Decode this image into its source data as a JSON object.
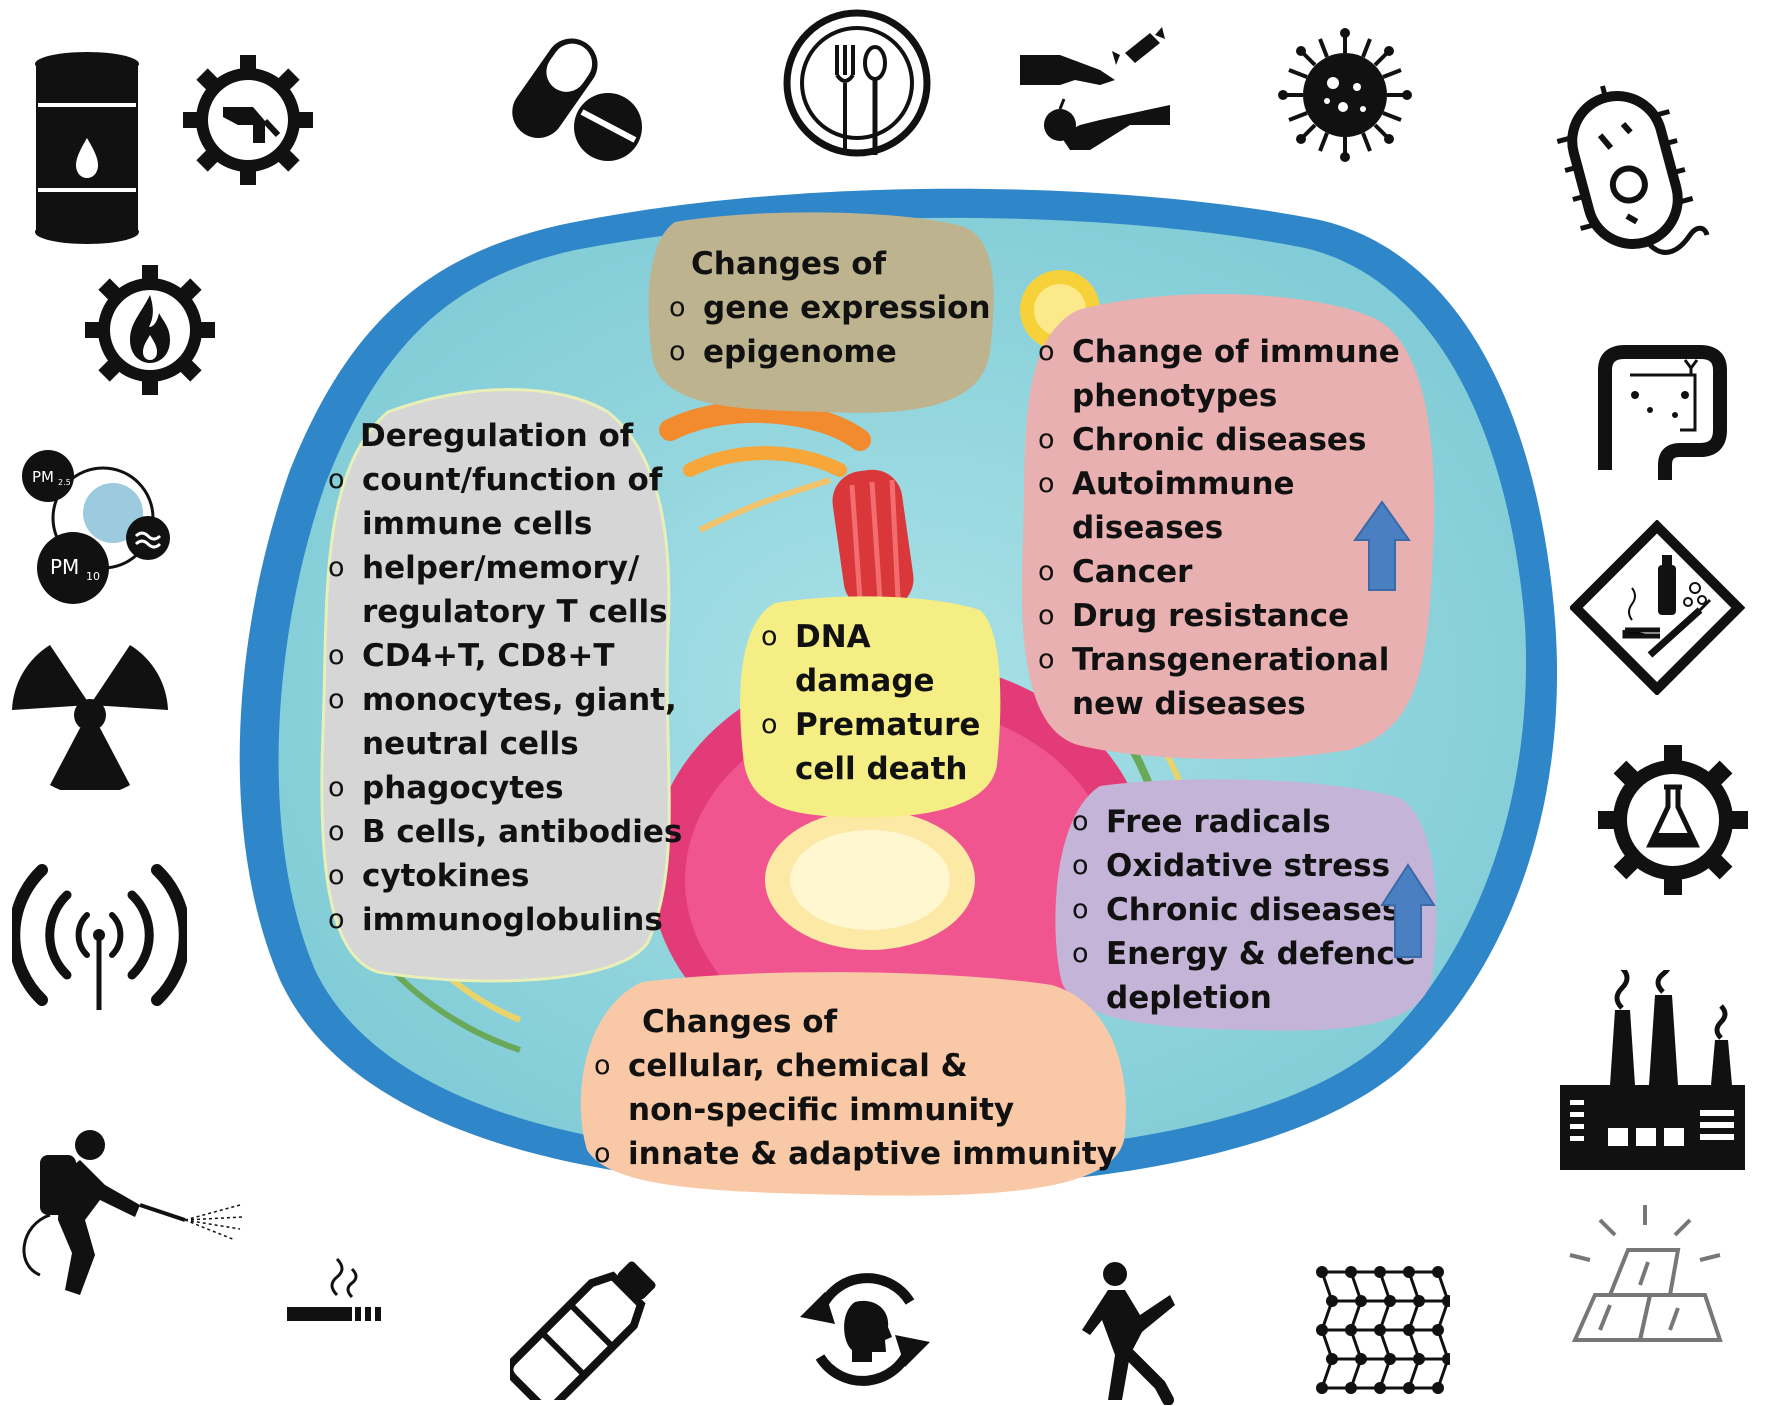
{
  "colors": {
    "membrane": "#2f86c9",
    "cytoplasm": "#8fd4dc",
    "gene_box": "#bdb48f",
    "dereg_box": "#d6d6d6",
    "immune_box": "#e8b0b0",
    "dna_box": "#f5ee84",
    "radicals_box": "#c4b4d8",
    "immunity_box": "#f9c9a7",
    "arrow": "#4a7fc1",
    "icon": "#111111"
  },
  "icons": {
    "left": [
      "oil-barrel-icon",
      "fuel-gear-icon",
      "fire-gear-icon",
      "particulate-matter-icon",
      "radiation-icon",
      "wireless-antenna-icon",
      "pesticide-sprayer-icon"
    ],
    "top": [
      "pill-capsule-icon",
      "dining-plate-icon",
      "food-hands-icon",
      "virus-icon"
    ],
    "right": [
      "bacteria-icon",
      "intestine-icon",
      "drugs-warning-icon",
      "chemistry-gear-icon",
      "factory-icon",
      "gold-bars-icon"
    ],
    "bottom": [
      "cigarette-icon",
      "plastic-bottle-icon",
      "mental-cycle-icon",
      "exercise-icon",
      "nanoparticle-network-icon"
    ],
    "pm_labels": {
      "pm25": "PM",
      "pm25_sub": "2.5",
      "pm10": "PM",
      "pm10_sub": "10"
    }
  },
  "gene_box": {
    "heading": "Changes of",
    "items": [
      "gene expression",
      "epigenome"
    ]
  },
  "dereg_box": {
    "heading": "Deregulation of",
    "items": [
      [
        "count/function of",
        "immune cells"
      ],
      [
        "helper/memory/",
        "regulatory T cells"
      ],
      [
        "CD4+T, CD8+T"
      ],
      [
        "monocytes, giant,",
        "neutral cells"
      ],
      [
        "phagocytes"
      ],
      [
        "B cells, antibodies"
      ],
      [
        "cytokines"
      ],
      [
        "immunoglobulins"
      ]
    ]
  },
  "immune_box": {
    "items": [
      [
        "Change of immune",
        "phenotypes"
      ],
      [
        "Chronic diseases"
      ],
      [
        "Autoimmune",
        "diseases"
      ],
      [
        "Cancer"
      ],
      [
        "Drug resistance"
      ],
      [
        "Transgenerational",
        "new diseases"
      ]
    ]
  },
  "dna_box": {
    "items": [
      [
        "DNA",
        "damage"
      ],
      [
        "Premature",
        "cell death"
      ]
    ]
  },
  "radicals_box": {
    "items": [
      [
        "Free radicals"
      ],
      [
        "Oxidative stress"
      ],
      [
        "Chronic diseases"
      ],
      [
        "Energy & defence",
        "depletion"
      ]
    ]
  },
  "immunity_box": {
    "heading": "Changes of",
    "items": [
      [
        "cellular, chemical &",
        "non-specific immunity"
      ],
      [
        "innate & adaptive immunity"
      ]
    ]
  }
}
